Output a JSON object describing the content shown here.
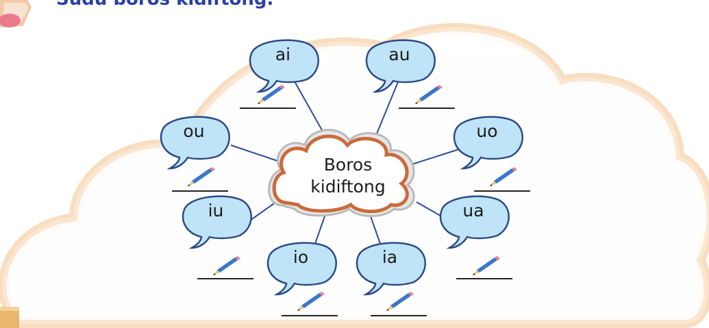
{
  "title": "Sudu boros kidiftong.",
  "center": {
    "line1": "Boros",
    "line2": "kidiftong"
  },
  "bubbles": [
    {
      "label": "ai"
    },
    {
      "label": "au"
    },
    {
      "label": "ou"
    },
    {
      "label": "uo"
    },
    {
      "label": "iu"
    },
    {
      "label": "ua"
    },
    {
      "label": "io"
    },
    {
      "label": "ia"
    }
  ],
  "colors": {
    "title": "#2a3fa6",
    "bubble_fill": "#bfe4f7",
    "bubble_outline": "#2b4a86",
    "connector": "#2d4a9a",
    "cloud_border": "#f6cfa0",
    "center_border": "#c96b3c",
    "pencil_body": "#3c77c9"
  },
  "icons": [
    "pencil-icon",
    "book-icon"
  ]
}
